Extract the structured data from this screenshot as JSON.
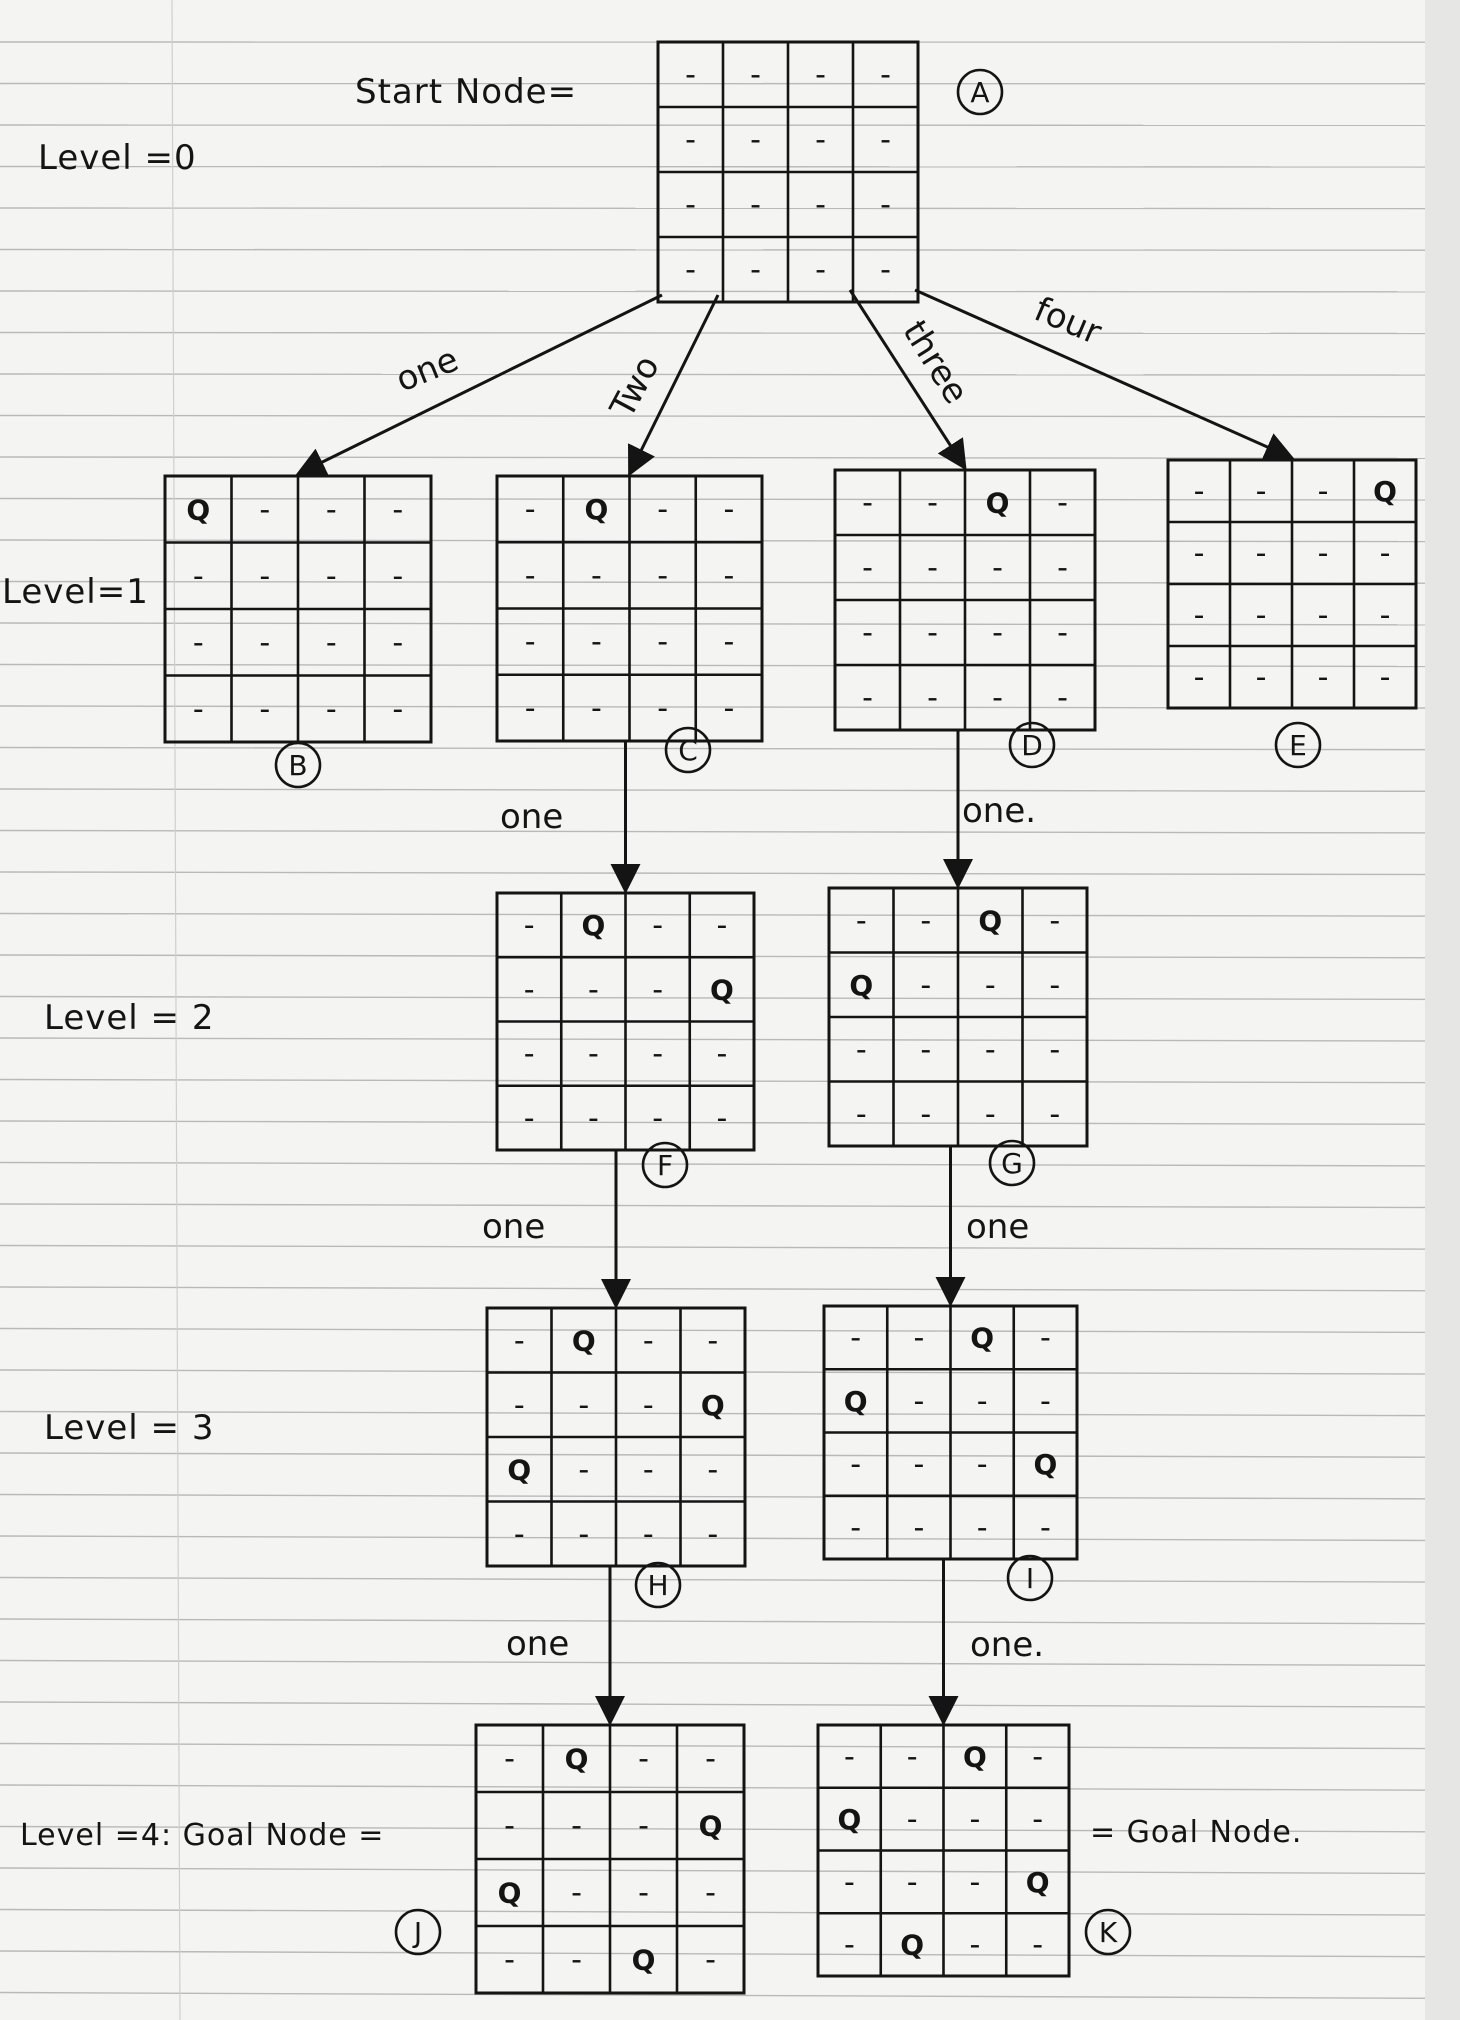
{
  "start_label": "Start Node=",
  "goal_left_label": "Level =4: Goal Node =",
  "goal_right_label": "= Goal Node.",
  "levels": [
    {
      "label": "Level =0"
    },
    {
      "label": "Level=1"
    },
    {
      "label": "Level = 2"
    },
    {
      "label": "Level = 3"
    }
  ],
  "nodes": [
    {
      "id": "A",
      "queens": [
        -1,
        -1,
        -1,
        -1
      ]
    },
    {
      "id": "B",
      "queens": [
        0,
        -1,
        -1,
        -1
      ]
    },
    {
      "id": "C",
      "queens": [
        1,
        -1,
        -1,
        -1
      ]
    },
    {
      "id": "D",
      "queens": [
        2,
        -1,
        -1,
        -1
      ]
    },
    {
      "id": "E",
      "queens": [
        3,
        -1,
        -1,
        -1
      ]
    },
    {
      "id": "F",
      "queens": [
        1,
        3,
        -1,
        -1
      ]
    },
    {
      "id": "G",
      "queens": [
        2,
        0,
        -1,
        -1
      ]
    },
    {
      "id": "H",
      "queens": [
        1,
        3,
        0,
        -1
      ]
    },
    {
      "id": "I",
      "queens": [
        2,
        0,
        3,
        -1
      ]
    },
    {
      "id": "J",
      "queens": [
        1,
        3,
        0,
        2
      ]
    },
    {
      "id": "K",
      "queens": [
        2,
        0,
        3,
        1
      ]
    }
  ],
  "edges": [
    {
      "from": "A",
      "to": "B",
      "label": "one"
    },
    {
      "from": "A",
      "to": "C",
      "label": "Two"
    },
    {
      "from": "A",
      "to": "D",
      "label": "three"
    },
    {
      "from": "A",
      "to": "E",
      "label": "four"
    },
    {
      "from": "C",
      "to": "F",
      "label": "one"
    },
    {
      "from": "D",
      "to": "G",
      "label": "one."
    },
    {
      "from": "F",
      "to": "H",
      "label": "one"
    },
    {
      "from": "G",
      "to": "I",
      "label": "one"
    },
    {
      "from": "H",
      "to": "J",
      "label": "one"
    },
    {
      "from": "I",
      "to": "K",
      "label": "one."
    }
  ],
  "queen_symbol": "Q",
  "empty_symbol": "-",
  "ink_color": "#141414",
  "rule_color": "#b9b9b9"
}
